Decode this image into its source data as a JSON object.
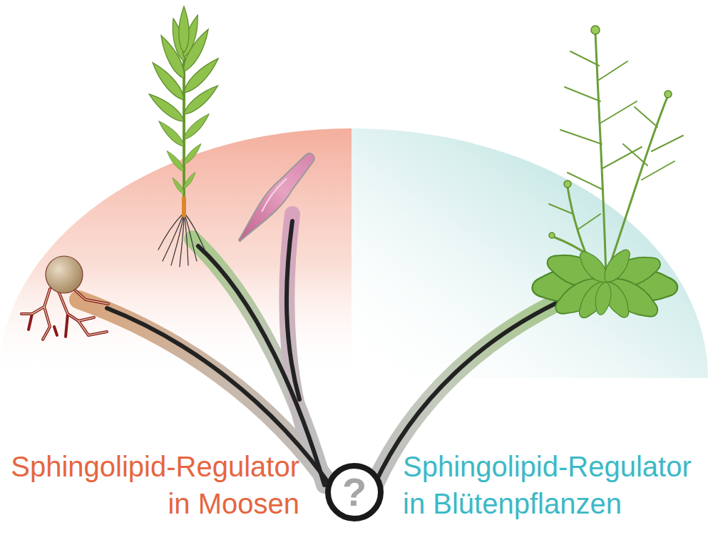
{
  "diagram": {
    "nodes": [
      {
        "text": [
          "?"
        ]
      }
    ],
    "labels": [
      "Sphingolipid-Regulator in Moosen",
      "Sphingolipid-Regulator in Blütenpflanzen"
    ]
  }
}
